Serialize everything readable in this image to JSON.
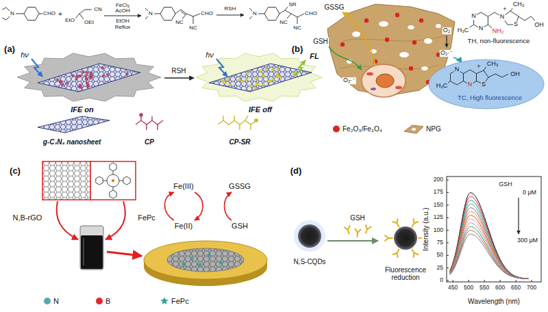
{
  "diagram": {
    "nodes": [
      {
        "text": [
          "H₃C",
          "N",
          "N",
          "+",
          "S",
          "CH₃",
          "OH",
          "TC, High fluorescence"
        ]
      }
    ],
    "labels": [
      "(a)",
      "N",
      "CHO",
      "+",
      "EtO",
      "OEt",
      "CN",
      "FeCl₃",
      "AcOH",
      "EtOH",
      "Reflux",
      "N",
      "NC",
      "CHO",
      "NC",
      "RSH",
      "N",
      "SR",
      "NC",
      "CHO",
      "NC",
      "hν",
      "RSH",
      "hν",
      "FL",
      "IFE on",
      "IFE off",
      "g-C₃N₄ nanosheet",
      "CP",
      "CP-SR",
      "(b)",
      "GSSG",
      "GSH",
      "O₂·⁻",
      "O₂",
      "O₂·⁻",
      "H₃C",
      "N",
      "N",
      "NH₂",
      "N",
      "+",
      "S",
      "CH₃",
      "OH",
      "TH, non-fluorescence",
      "(c)",
      "N,B-rGO",
      "FePc",
      "Fe(III)",
      "Fe(II)",
      "GSSG",
      "GSH",
      "(d)",
      "N,S-CQDs",
      "GSH",
      "Fluorescence reduction",
      "GSH",
      "0 μM",
      "300 μM",
      "Intensity (a.u.)",
      "Wavelength (nm)",
      "0",
      "25",
      "50",
      "75",
      "100",
      "125",
      "150",
      "175",
      "200",
      "450",
      "500",
      "550",
      "600",
      "650",
      "700"
    ],
    "legend": [
      {
        "text": "Fe₂O₃/Fe₃O₄",
        "color": "#d7261e"
      },
      {
        "text": "NPG"
      },
      {
        "text": "N",
        "color": "#5aa6b3"
      },
      {
        "text": "B",
        "color": "#e3262b"
      },
      {
        "text": "FePc"
      }
    ]
  }
}
